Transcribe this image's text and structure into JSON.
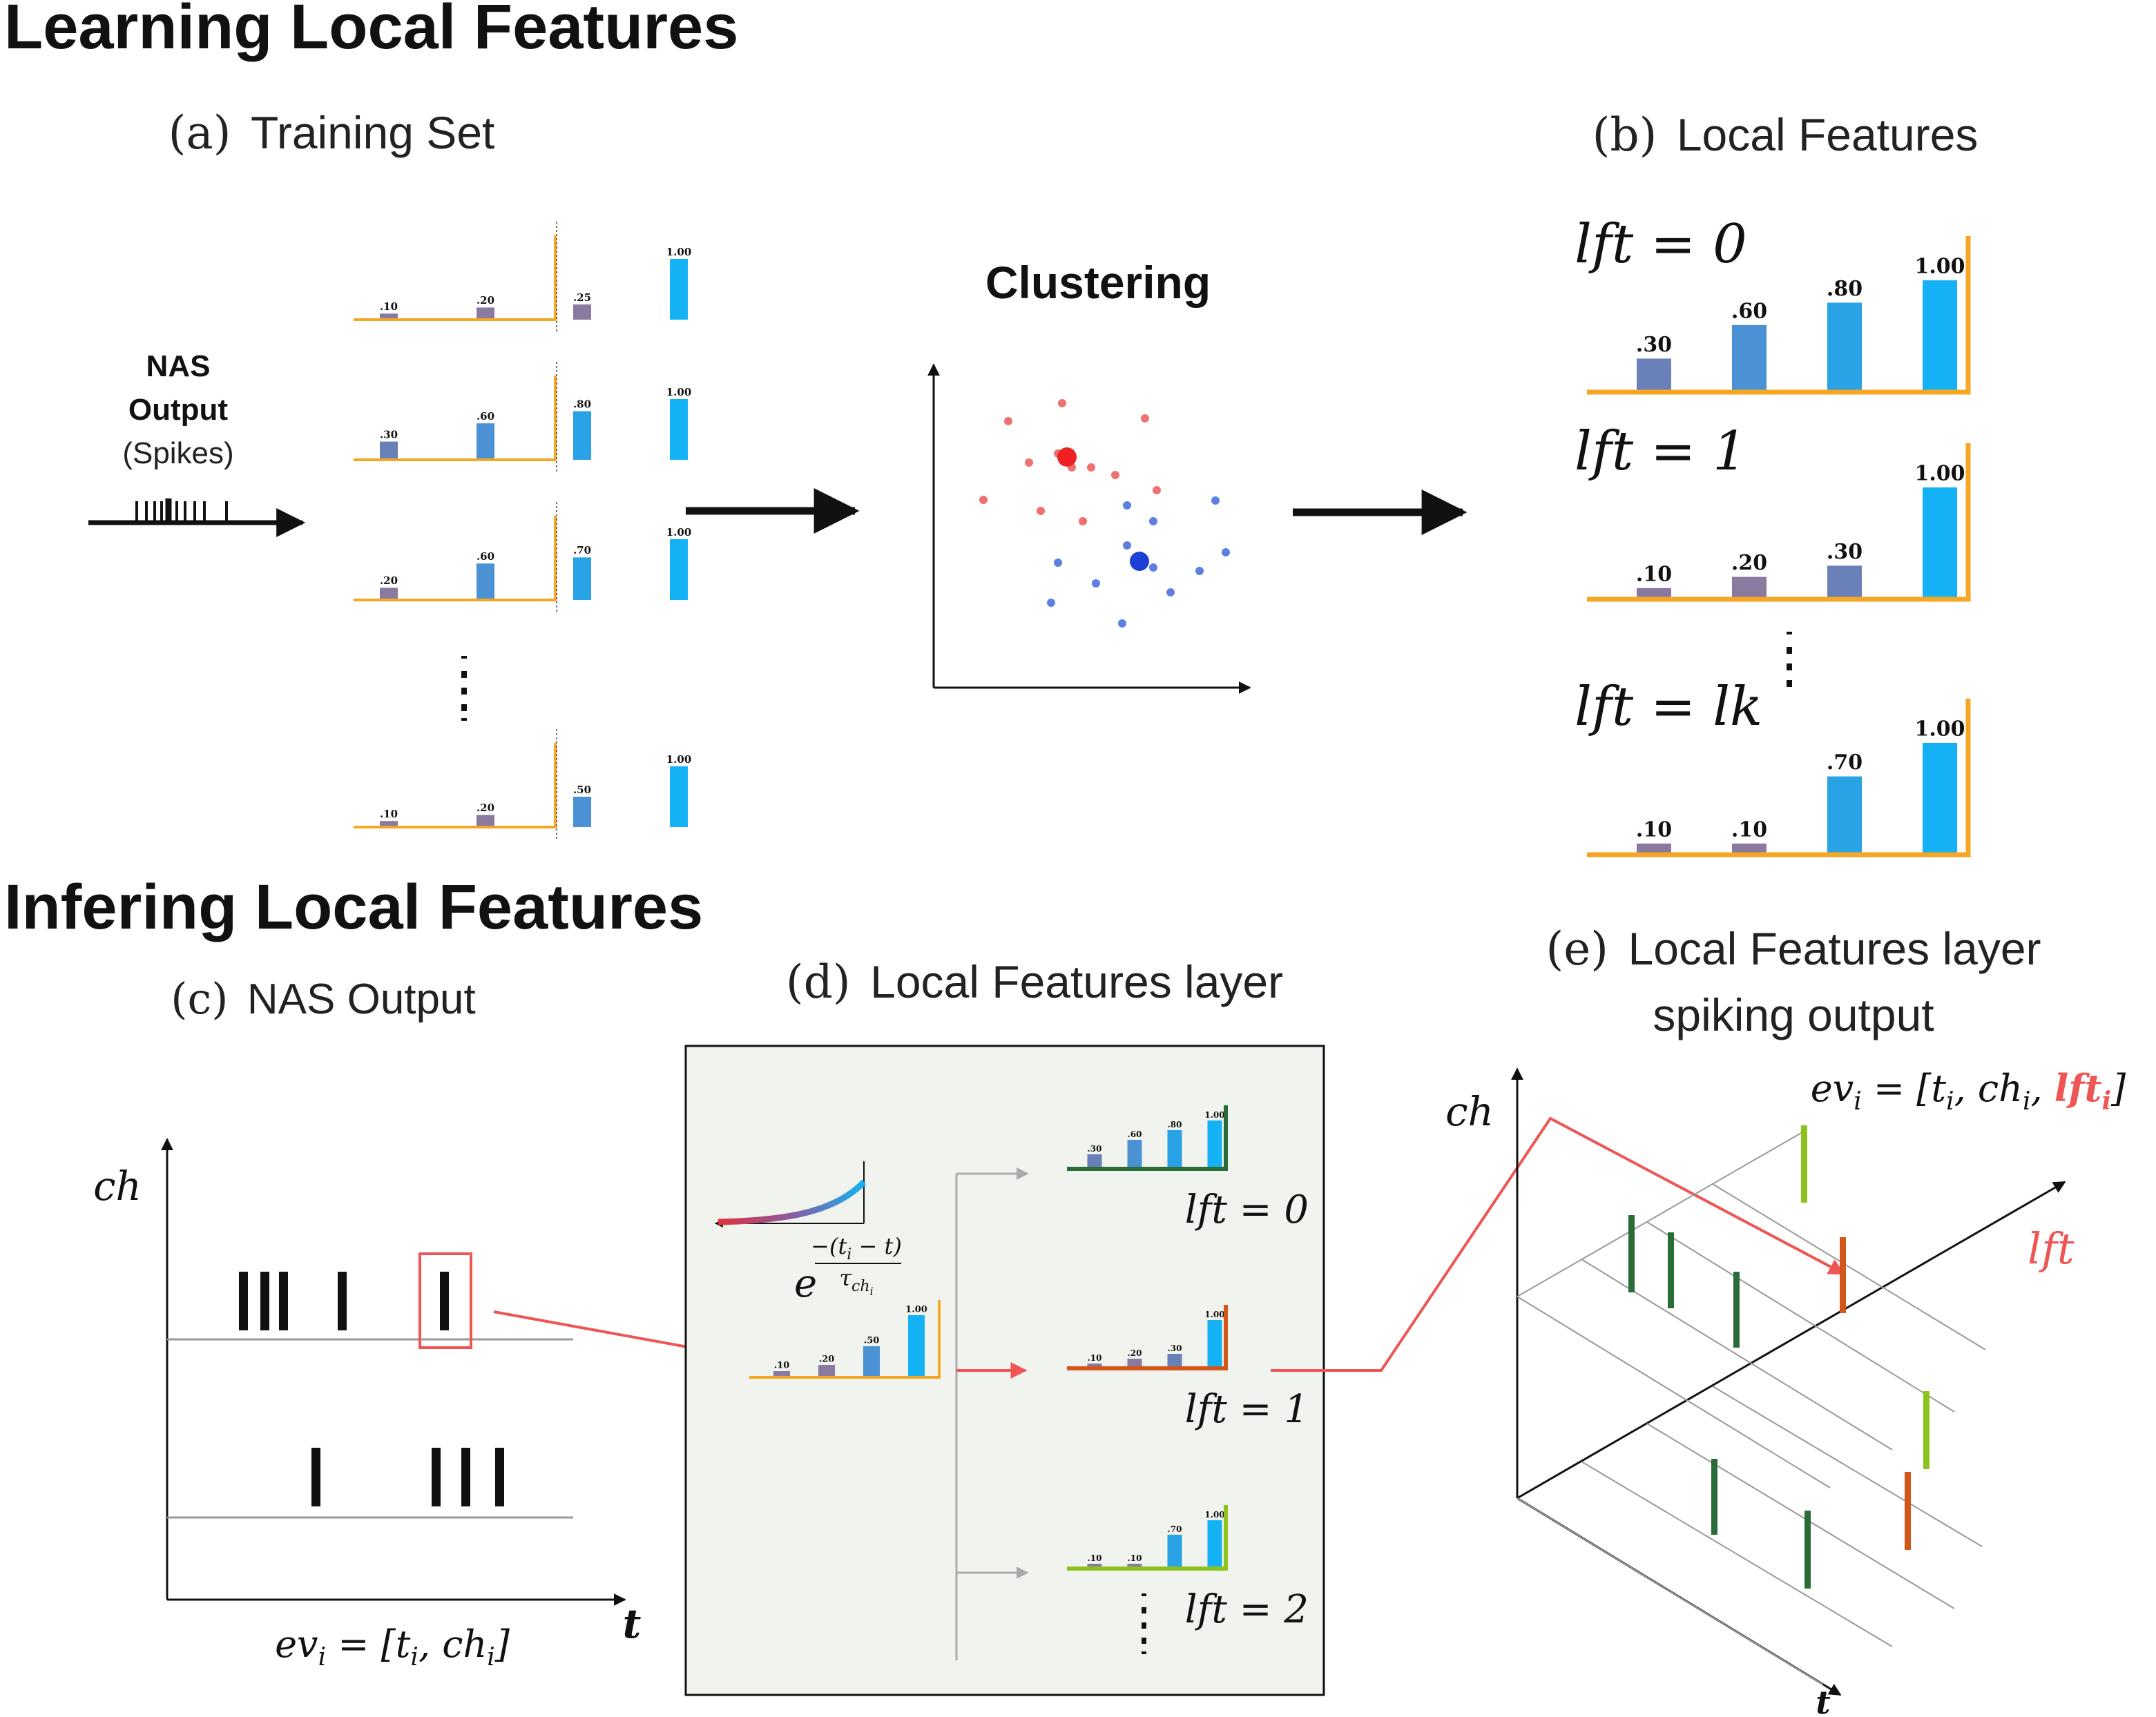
{
  "headings": {
    "learning": "Learning Local Features",
    "infering": "Infering Local Features"
  },
  "panels": {
    "a_letter": "(a)",
    "a_title": "Training Set",
    "b_letter": "(b)",
    "b_title": "Local Features",
    "c_letter": "(c)",
    "c_title": "NAS Output",
    "d_letter": "(d)",
    "d_title": "Local Features layer",
    "e_letter": "(e)",
    "e_title_line1": "Local Features layer",
    "e_title_line2": "spiking output"
  },
  "nas_label": {
    "line1": "NAS",
    "line2": "Output",
    "line3": "(Spikes)"
  },
  "clustering_label": "Clustering",
  "training_set": [
    {
      "values": [
        0.1,
        0.2,
        0.25,
        1.0
      ],
      "labels": [
        ".10",
        ".20",
        ".25",
        "1.00"
      ]
    },
    {
      "values": [
        0.3,
        0.6,
        0.8,
        1.0
      ],
      "labels": [
        ".30",
        ".60",
        ".80",
        "1.00"
      ]
    },
    {
      "values": [
        0.2,
        0.6,
        0.7,
        1.0
      ],
      "labels": [
        ".20",
        ".60",
        ".70",
        "1.00"
      ]
    },
    {
      "values": [
        0.1,
        0.2,
        0.5,
        1.0
      ],
      "labels": [
        ".10",
        ".20",
        ".50",
        "1.00"
      ]
    }
  ],
  "local_features": [
    {
      "name": "lft = 0",
      "values": [
        0.3,
        0.6,
        0.8,
        1.0
      ],
      "labels": [
        ".30",
        ".60",
        ".80",
        "1.00"
      ]
    },
    {
      "name": "lft = 1",
      "values": [
        0.1,
        0.2,
        0.3,
        1.0
      ],
      "labels": [
        ".10",
        ".20",
        ".30",
        "1.00"
      ]
    },
    {
      "name": "lft = lk",
      "values": [
        0.1,
        0.1,
        0.7,
        1.0
      ],
      "labels": [
        ".10",
        ".10",
        ".70",
        "1.00"
      ]
    }
  ],
  "layer_input": {
    "values": [
      0.1,
      0.2,
      0.5,
      1.0
    ],
    "labels": [
      ".10",
      ".20",
      ".50",
      "1.00"
    ]
  },
  "layer_outputs": [
    {
      "name": "lft = 0",
      "values": [
        0.3,
        0.6,
        0.8,
        1.0
      ],
      "labels": [
        ".30",
        ".60",
        ".80",
        "1.00"
      ],
      "axis_color": "#2a6b3a"
    },
    {
      "name": "lft = 1",
      "values": [
        0.1,
        0.2,
        0.3,
        1.0
      ],
      "labels": [
        ".10",
        ".20",
        ".30",
        "1.00"
      ],
      "axis_color": "#d2581a"
    },
    {
      "name": "lft = 2",
      "values": [
        0.1,
        0.1,
        0.7,
        1.0
      ],
      "labels": [
        ".10",
        ".10",
        ".70",
        "1.00"
      ],
      "axis_color": "#8dc21f"
    }
  ],
  "decay_formula": {
    "base": "e",
    "numerator": "−(t",
    "num_sub": "i",
    "num_tail": " − t)",
    "denominator": "τ",
    "den_sub": "ch",
    "den_sub2": "i"
  },
  "nas_axes": {
    "y": "ch",
    "x": "t",
    "event_lhs": "ev",
    "event_sub": "i",
    "event_rhs": " = [t",
    "event_rhs_sub": "i",
    "event_rhs2": ", ch",
    "event_rhs2_sub": "i",
    "event_close": "]"
  },
  "spike_axes": {
    "y": "ch",
    "x": "t",
    "z": "lft",
    "event_lhs": "ev",
    "event_sub": "i",
    "event_mid": " = [t",
    "event_mid_sub": "i",
    "event_mid2": ", ch",
    "event_mid2_sub": "i",
    "event_mid3": ", ",
    "event_lft": "lft",
    "event_lft_sub": "i",
    "event_close": "]"
  },
  "colors": {
    "axis_orange": "#f5a623",
    "bar_colors": [
      "#9b5a7a",
      "#8a7aa0",
      "#6a80b8",
      "#4a92d4",
      "#2aa2e6",
      "#14b2f4"
    ],
    "cluster_red": "#ee2222",
    "cluster_blue": "#1e3fd6",
    "highlight_red": "#ee5555",
    "layer_bg": "#f1f4ee",
    "lft0": "#2a6b3a",
    "lft1": "#d2581a",
    "lft2": "#8dc21f"
  }
}
